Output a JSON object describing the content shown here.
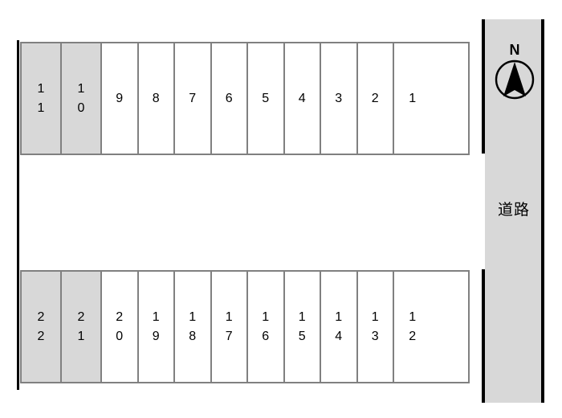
{
  "diagram": {
    "title": "parking-lot-layout",
    "colors": {
      "stall_fill": "#ffffff",
      "stall_shaded_fill": "#d8d8d8",
      "stall_border": "#808080",
      "road_fill": "#d8d8d8",
      "wall": "#000000",
      "text": "#000000"
    }
  },
  "rows": {
    "top": {
      "name": "top-stall-row",
      "stalls": [
        {
          "label": "11",
          "digits": [
            "1",
            "1"
          ],
          "shaded": true,
          "wide": true
        },
        {
          "label": "10",
          "digits": [
            "1",
            "0"
          ],
          "shaded": true,
          "wide": true
        },
        {
          "label": "9",
          "digits": [
            "9"
          ],
          "shaded": false,
          "wide": false
        },
        {
          "label": "8",
          "digits": [
            "8"
          ],
          "shaded": false,
          "wide": false
        },
        {
          "label": "7",
          "digits": [
            "7"
          ],
          "shaded": false,
          "wide": false
        },
        {
          "label": "6",
          "digits": [
            "6"
          ],
          "shaded": false,
          "wide": false
        },
        {
          "label": "5",
          "digits": [
            "5"
          ],
          "shaded": false,
          "wide": false
        },
        {
          "label": "4",
          "digits": [
            "4"
          ],
          "shaded": false,
          "wide": false
        },
        {
          "label": "3",
          "digits": [
            "3"
          ],
          "shaded": false,
          "wide": false
        },
        {
          "label": "2",
          "digits": [
            "2"
          ],
          "shaded": false,
          "wide": false
        },
        {
          "label": "1",
          "digits": [
            "1"
          ],
          "shaded": false,
          "wide": false
        }
      ]
    },
    "bottom": {
      "name": "bottom-stall-row",
      "stalls": [
        {
          "label": "22",
          "digits": [
            "2",
            "2"
          ],
          "shaded": true,
          "wide": true
        },
        {
          "label": "21",
          "digits": [
            "2",
            "1"
          ],
          "shaded": true,
          "wide": true
        },
        {
          "label": "20",
          "digits": [
            "2",
            "0"
          ],
          "shaded": false,
          "wide": false
        },
        {
          "label": "19",
          "digits": [
            "1",
            "9"
          ],
          "shaded": false,
          "wide": false
        },
        {
          "label": "18",
          "digits": [
            "1",
            "8"
          ],
          "shaded": false,
          "wide": false
        },
        {
          "label": "17",
          "digits": [
            "1",
            "7"
          ],
          "shaded": false,
          "wide": false
        },
        {
          "label": "16",
          "digits": [
            "1",
            "6"
          ],
          "shaded": false,
          "wide": false
        },
        {
          "label": "15",
          "digits": [
            "1",
            "5"
          ],
          "shaded": false,
          "wide": false
        },
        {
          "label": "14",
          "digits": [
            "1",
            "4"
          ],
          "shaded": false,
          "wide": false
        },
        {
          "label": "13",
          "digits": [
            "1",
            "3"
          ],
          "shaded": false,
          "wide": false
        },
        {
          "label": "12",
          "digits": [
            "1",
            "2"
          ],
          "shaded": false,
          "wide": false
        }
      ]
    }
  },
  "road": {
    "label": "道路"
  },
  "compass": {
    "letter": "N"
  }
}
